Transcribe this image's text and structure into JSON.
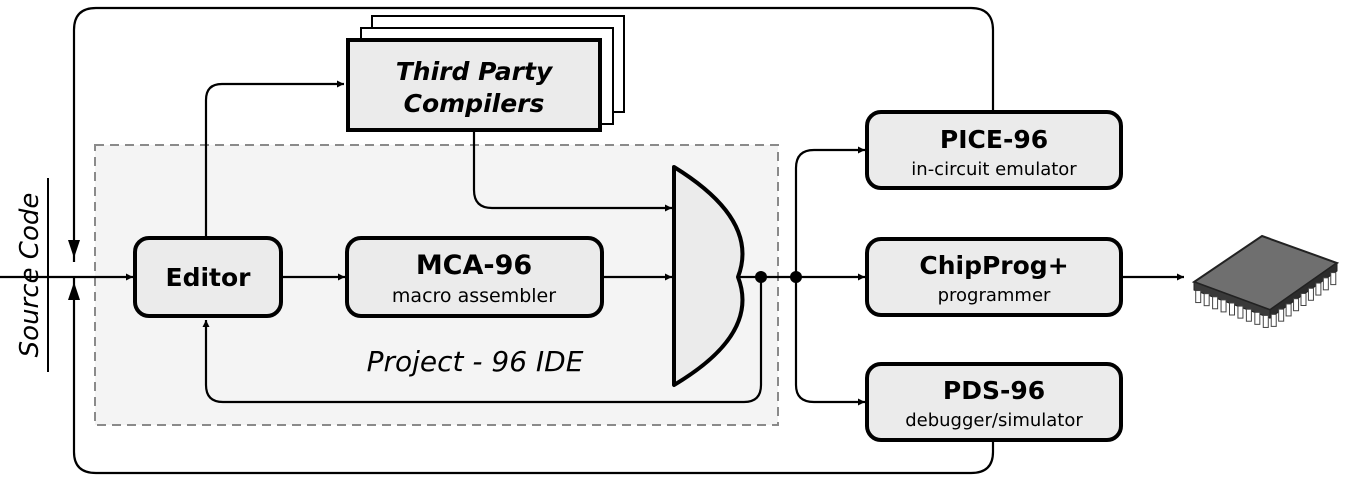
{
  "source_label": "Source Code",
  "editor": {
    "label": "Editor"
  },
  "assembler": {
    "title": "MCA-96",
    "subtitle": "macro assembler"
  },
  "compilers": {
    "line1": "Third Party",
    "line2": "Compilers"
  },
  "ide_label": "Project - 96 IDE",
  "emulator": {
    "title": "PICE-96",
    "subtitle": "in-circuit emulator"
  },
  "programmer": {
    "title": "ChipProg+",
    "subtitle": "programmer"
  },
  "simulator": {
    "title": "PDS-96",
    "subtitle": "debugger/simulator"
  },
  "chip_icon": "microcontroller-chip-icon",
  "colors": {
    "box_fill": "#ebebeb",
    "ide_label": "#8a8a8a",
    "ide_border": "#8a8a8a",
    "ide_fill": "#f4f4f4"
  }
}
